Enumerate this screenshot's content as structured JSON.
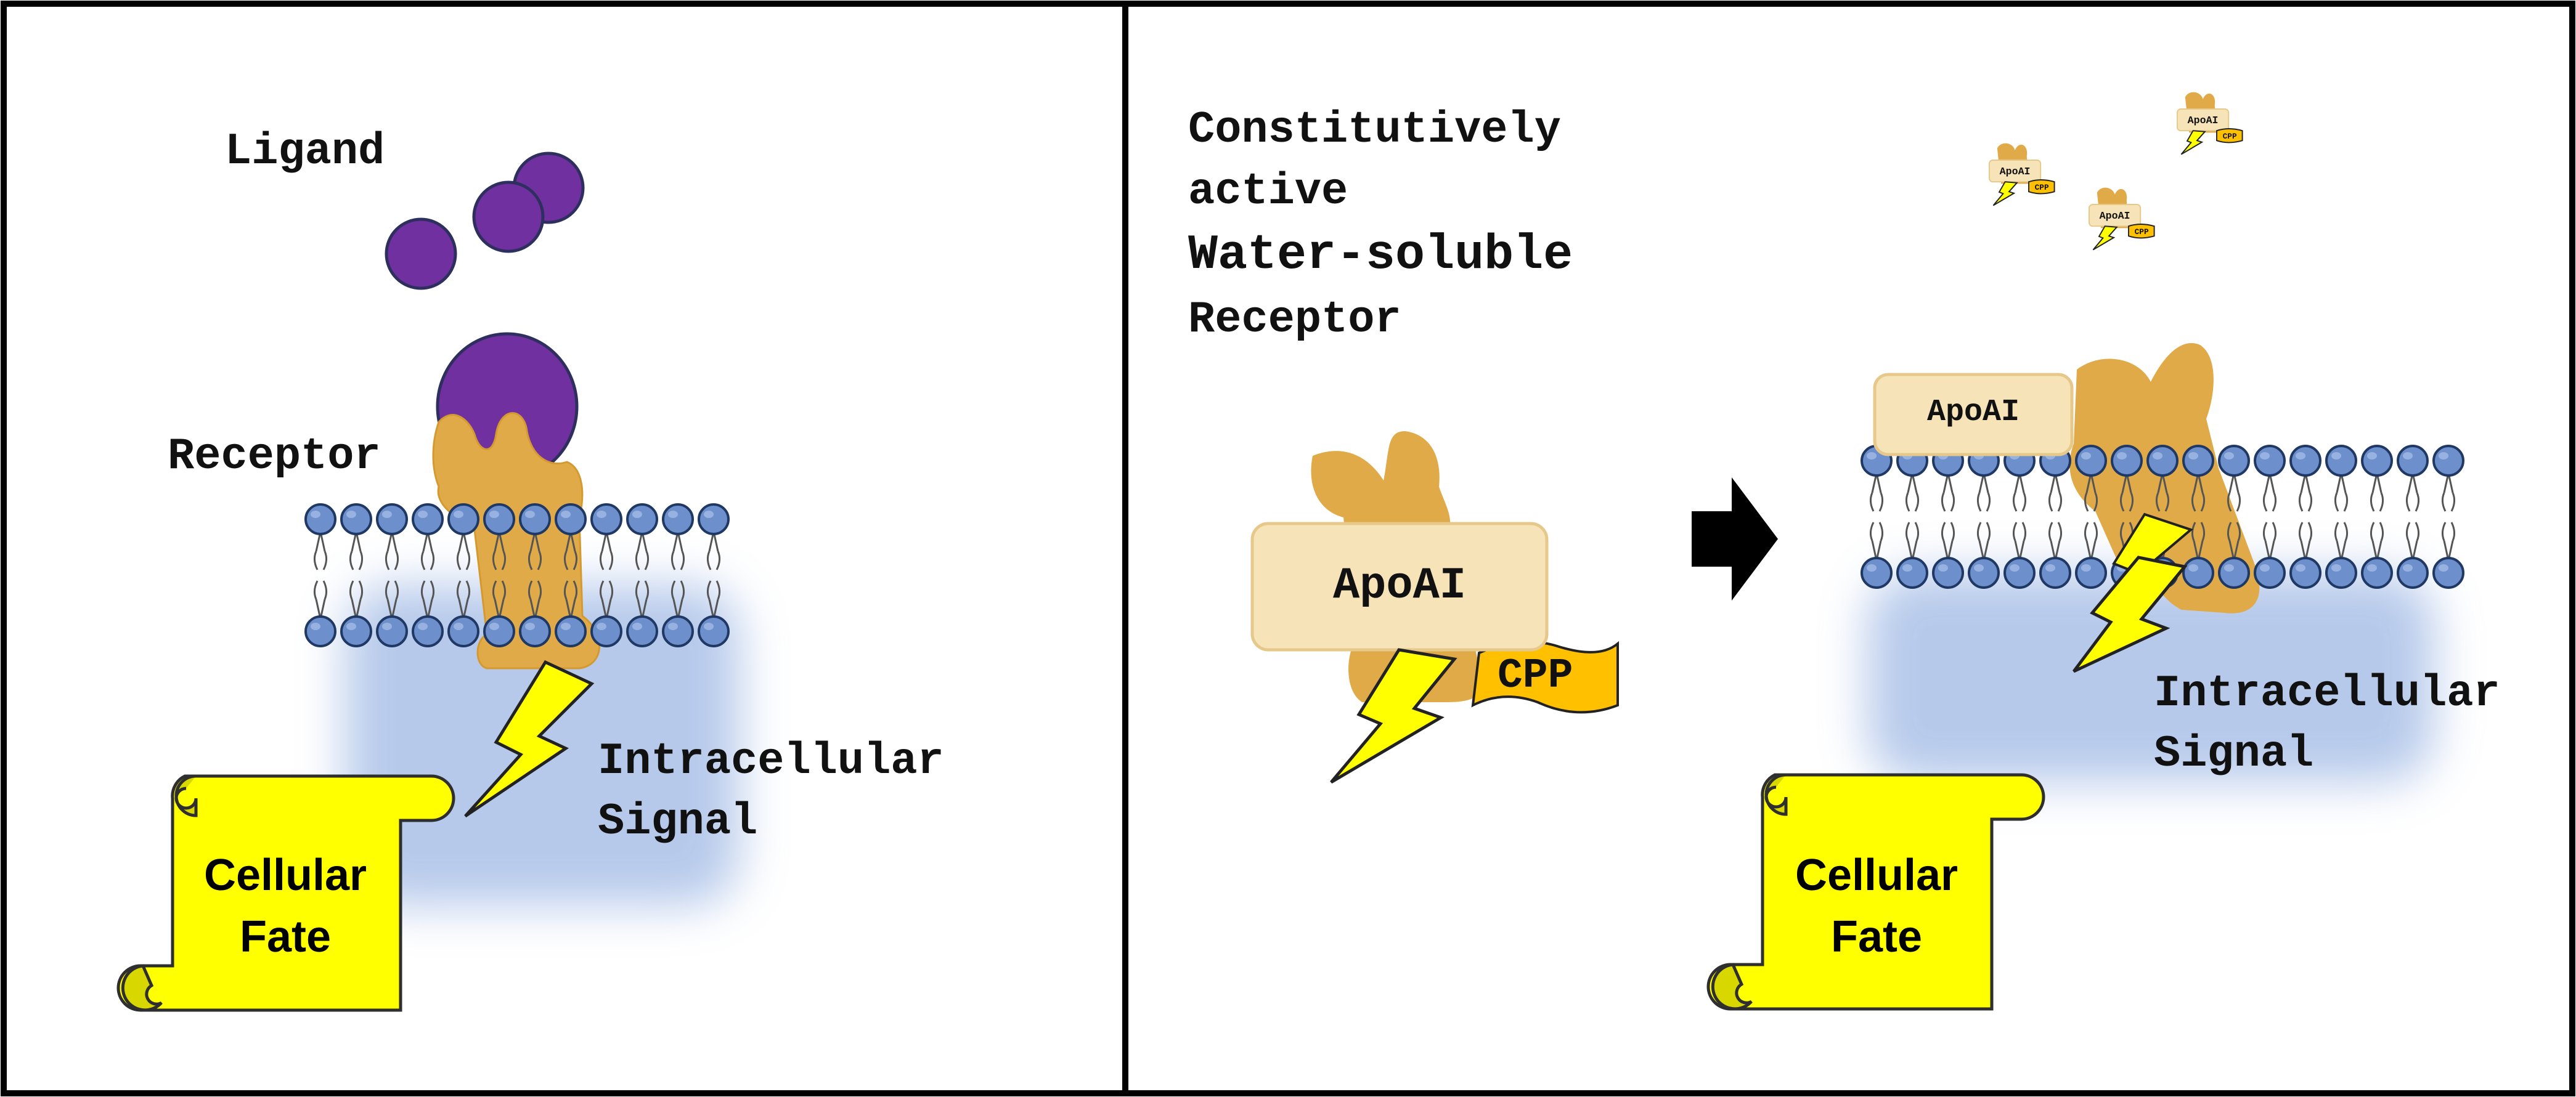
{
  "left_panel": {
    "ligand_label": "Ligand",
    "receptor_label": "Receptor",
    "signal_label_line1": "Intracellular",
    "signal_label_line2": "Signal",
    "fate_line1": "Cellular",
    "fate_line2": "Fate"
  },
  "right_panel": {
    "title_line1": "Constitutively",
    "title_line2": "active",
    "title_line3": "Water-soluble",
    "title_line4": "Receptor",
    "apoai_label": "ApoAI",
    "cpp_label": "CPP",
    "membrane_apoai_label": "ApoAI",
    "small_apoai_label": "ApoAI",
    "small_cpp_label": "CPP",
    "signal_label_line1": "Intracellular",
    "signal_label_line2": "Signal",
    "fate_line1": "Cellular",
    "fate_line2": "Fate"
  },
  "colors": {
    "ligand": "#7030A0",
    "receptor": "#E0AA48",
    "lipid_head": "#6D8FCB",
    "signal_glow": "#9FB8E4",
    "bolt": "#FFFF00",
    "scroll": "#FFFF00",
    "apoai_box": "#F7E3B8",
    "cpp_tag": "#FFC000",
    "arrow": "#000000",
    "frame": "#000000"
  }
}
